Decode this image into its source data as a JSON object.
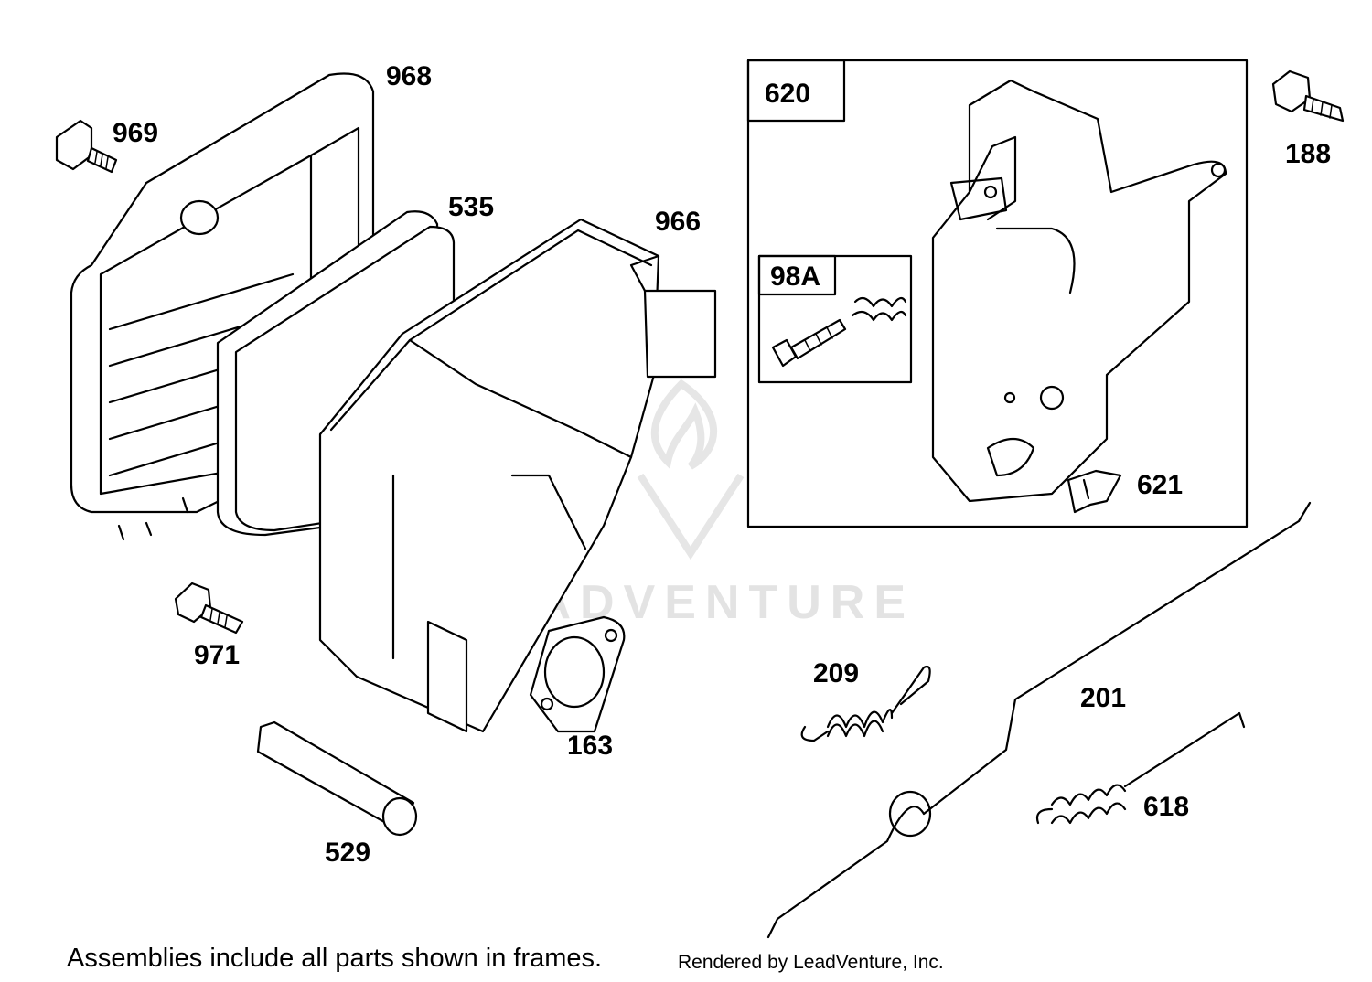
{
  "diagram": {
    "labels": {
      "p968": "968",
      "p969": "969",
      "p535": "535",
      "p966": "966",
      "p620": "620",
      "p98a": "98A",
      "p188": "188",
      "p621": "621",
      "p971": "971",
      "p163": "163",
      "p529": "529",
      "p209": "209",
      "p201": "201",
      "p618": "618"
    },
    "watermark": "LEADVENTURE"
  },
  "footer": {
    "note": "Assemblies include all parts shown in frames.",
    "credit": "Rendered by LeadVenture, Inc."
  }
}
